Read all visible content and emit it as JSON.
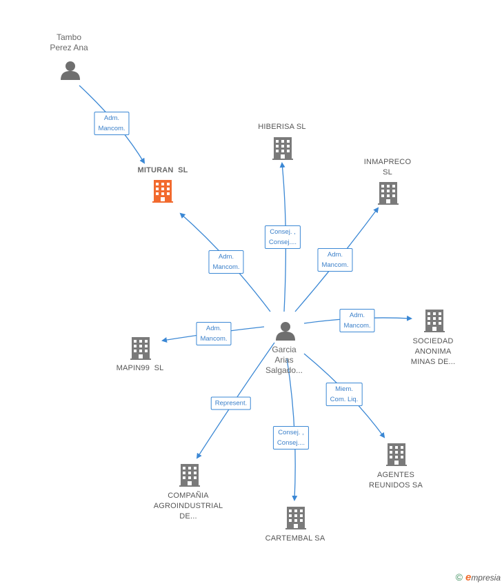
{
  "nodes": {
    "tambo": {
      "label_lines": [
        "Tambo",
        "Perez Ana"
      ]
    },
    "mituran": {
      "label": "MITURAN  SL"
    },
    "hiberisa": {
      "label": "HIBERISA SL"
    },
    "inmapreco": {
      "label_lines": [
        "INMAPRECO",
        "SL"
      ]
    },
    "sociedad": {
      "label_lines": [
        "SOCIEDAD",
        "ANONIMA",
        "MINAS DE..."
      ]
    },
    "mapin99": {
      "label": "MAPIN99  SL"
    },
    "garcia": {
      "label_lines": [
        "Garcia",
        "Arias",
        "Salgado..."
      ]
    },
    "agentes": {
      "label_lines": [
        "AGENTES",
        "REUNIDOS SA"
      ]
    },
    "compania": {
      "label_lines": [
        "COMPAÑIA",
        "AGROINDUSTRIAL",
        "DE..."
      ]
    },
    "cartembal": {
      "label": "CARTEMBAL SA"
    }
  },
  "edges": {
    "tambo_mituran": [
      "Adm.",
      "Mancom."
    ],
    "garcia_mituran": [
      "Adm.",
      "Mancom."
    ],
    "garcia_hiberisa": [
      "Consej. ,",
      "Consej...."
    ],
    "garcia_inmapreco": [
      "Adm.",
      "Mancom."
    ],
    "garcia_sociedad": [
      "Adm.",
      "Mancom."
    ],
    "garcia_mapin99": [
      "Adm.",
      "Mancom."
    ],
    "garcia_compania": [
      "Represent."
    ],
    "garcia_cartembal": [
      "Consej. ,",
      "Consej...."
    ],
    "garcia_agentes": [
      "Miem.",
      "Com. Liq."
    ]
  },
  "colors": {
    "edge": "#3a87d4",
    "company_icon": "#7a7a7a",
    "highlight_company_icon": "#f26a2e",
    "person_icon": "#6f6f6f"
  },
  "footer": {
    "copyright": "©",
    "brand_initial": "e",
    "brand_rest": "mpresia"
  }
}
